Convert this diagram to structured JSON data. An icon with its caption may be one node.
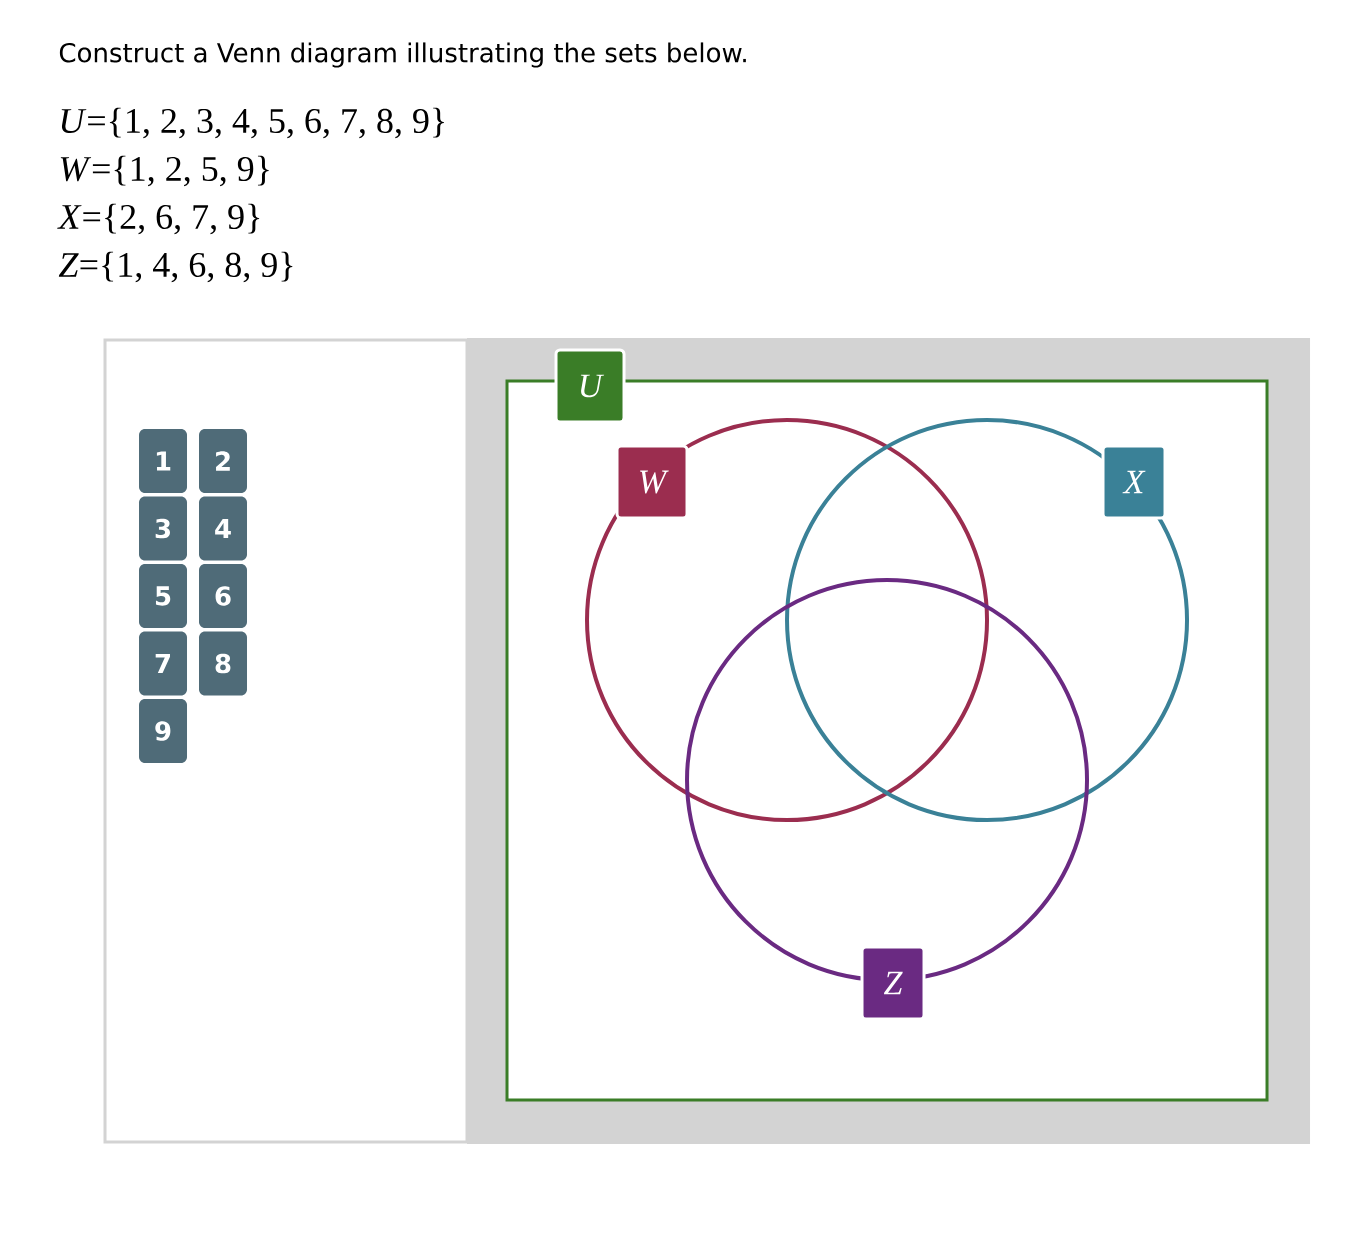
{
  "diagram": {
    "title": "Construct a Venn diagram illustrating the sets below.",
    "nodes": [
      {
        "text": [
          "U"
        ]
      },
      {
        "text": [
          "W"
        ],
        "in": 0
      },
      {
        "text": [
          "X"
        ],
        "in": 0
      },
      {
        "text": [
          "Z"
        ],
        "in": 0
      },
      {
        "text": [
          "1"
        ]
      },
      {
        "text": [
          "2"
        ]
      },
      {
        "text": [
          "3"
        ]
      },
      {
        "text": [
          "4"
        ]
      },
      {
        "text": [
          "5"
        ]
      },
      {
        "text": [
          "6"
        ]
      },
      {
        "text": [
          "7"
        ]
      },
      {
        "text": [
          "8"
        ]
      },
      {
        "text": [
          "9"
        ]
      }
    ],
    "edges": [],
    "labels": [
      "*U*={1, 2, 3, 4, 5, 6, 7, 8, 9}",
      "*W*={1, 2, 5, 9}",
      "*X*={2, 6, 7, 9}",
      "*Z*={1, 4, 6, 8, 9}"
    ]
  }
}
